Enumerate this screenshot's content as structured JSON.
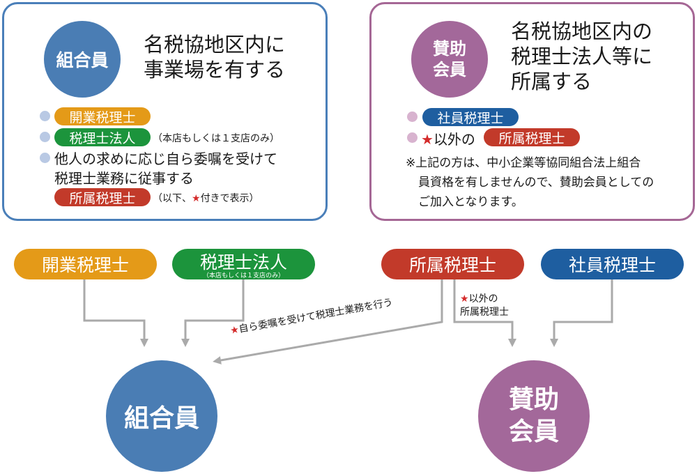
{
  "colors": {
    "blue": "#4a7db4",
    "purple": "#a3689a",
    "orange": "#e49a18",
    "green": "#1c943c",
    "red": "#c23a2a",
    "navy": "#1e5ea0",
    "arrow": "#aaaaaa"
  },
  "left_panel": {
    "badge": "組合員",
    "headline_1": "名税協地区内に",
    "headline_2": "事業場を有する",
    "item1_pill": "開業税理士",
    "item2_pill": "税理士法人",
    "item2_note": "（本店もしくは１支店のみ）",
    "item3_line1": "他人の求めに応じ自ら委嘱を受けて",
    "item3_line2": "税理士業務に従事する",
    "item3_pill": "所属税理士",
    "item3_note_pre": "（以下、",
    "item3_note_star": "★",
    "item3_note_post": "付きで表示）"
  },
  "right_panel": {
    "badge_line1": "賛助",
    "badge_line2": "会員",
    "headline_1": "名税協地区内の",
    "headline_2": "税理士法人等に",
    "headline_3": "所属する",
    "item1_pill": "社員税理士",
    "item2_star": "★",
    "item2_text": "以外の",
    "item2_pill": "所属税理士",
    "note_line1": "※上記の方は、中小企業等協同組合法上組合",
    "note_line2": "員資格を有しませんので、賛助会員としての",
    "note_line3": "ご加入となります。"
  },
  "flow": {
    "source1": "開業税理士",
    "source2": "税理士法人",
    "source2_sub": "（本店もしくは１支店のみ）",
    "source3": "所属税理士",
    "source4": "社員税理士",
    "arrow_label_star": "★",
    "arrow_label_text": "自ら委嘱を受けて税理士業務を行う",
    "branch_label_star": "★",
    "branch_label_line1": "以外の",
    "branch_label_line2": "所属税理士",
    "target1": "組合員",
    "target2_line1": "賛助",
    "target2_line2": "会員"
  }
}
